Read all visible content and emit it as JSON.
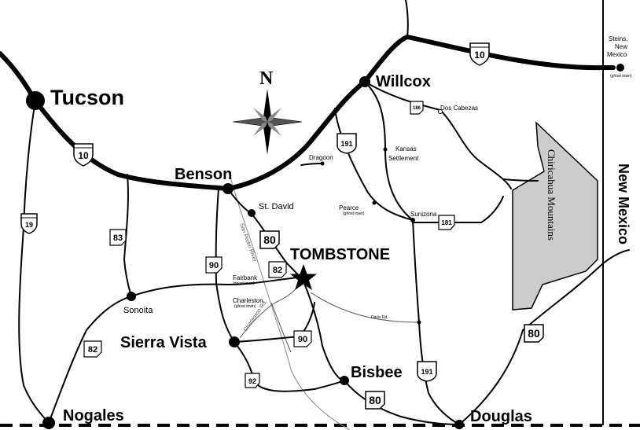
{
  "cities": {
    "tucson": "Tucson",
    "willcox": "Willcox",
    "benson": "Benson",
    "tombstone": "TOMBSTONE",
    "sierra_vista": "Sierra Vista",
    "bisbee": "Bisbee",
    "nogales": "Nogales",
    "douglas": "Douglas"
  },
  "towns": {
    "st_david": "St. David",
    "sonoita": "Sonoita",
    "dragoon": "Dragoon",
    "dos_cabezas": "Dos Cabezas",
    "kansas_settlement_line1": "Kansas",
    "kansas_settlement_line2": "Settlement",
    "pearce": "Pearce",
    "sunizona": "Sunizona",
    "fairbank": "Fairbank",
    "charleston": "Charleston",
    "steins_line1": "Steins,",
    "steins_line2": "New",
    "steins_line3": "Mexico"
  },
  "annotations": {
    "ghost_town": "(ghost town)",
    "davis_rd": "Davis Rd.",
    "charleston_rd": "Charleston Rd.",
    "san_pedro_river": "San Pedro River"
  },
  "regions": {
    "new_mexico": "New Mexico",
    "chiricahua": "Chiricahua Mountains"
  },
  "compass": {
    "north": "N"
  },
  "highways": {
    "i10_west": "10",
    "i10_east": "10",
    "us191_north": "191",
    "us191_south": "191",
    "az186": "186",
    "az181": "181",
    "az83": "83",
    "az90_west": "90",
    "az90_south": "90",
    "az82_east": "82",
    "az82_south": "82",
    "az80_north": "80",
    "az80_south": "80",
    "az80_east": "80",
    "az92": "92",
    "i19": "19"
  },
  "colors": {
    "roads": "#000000",
    "mountains": "#cccccc",
    "background": "#ffffff"
  }
}
